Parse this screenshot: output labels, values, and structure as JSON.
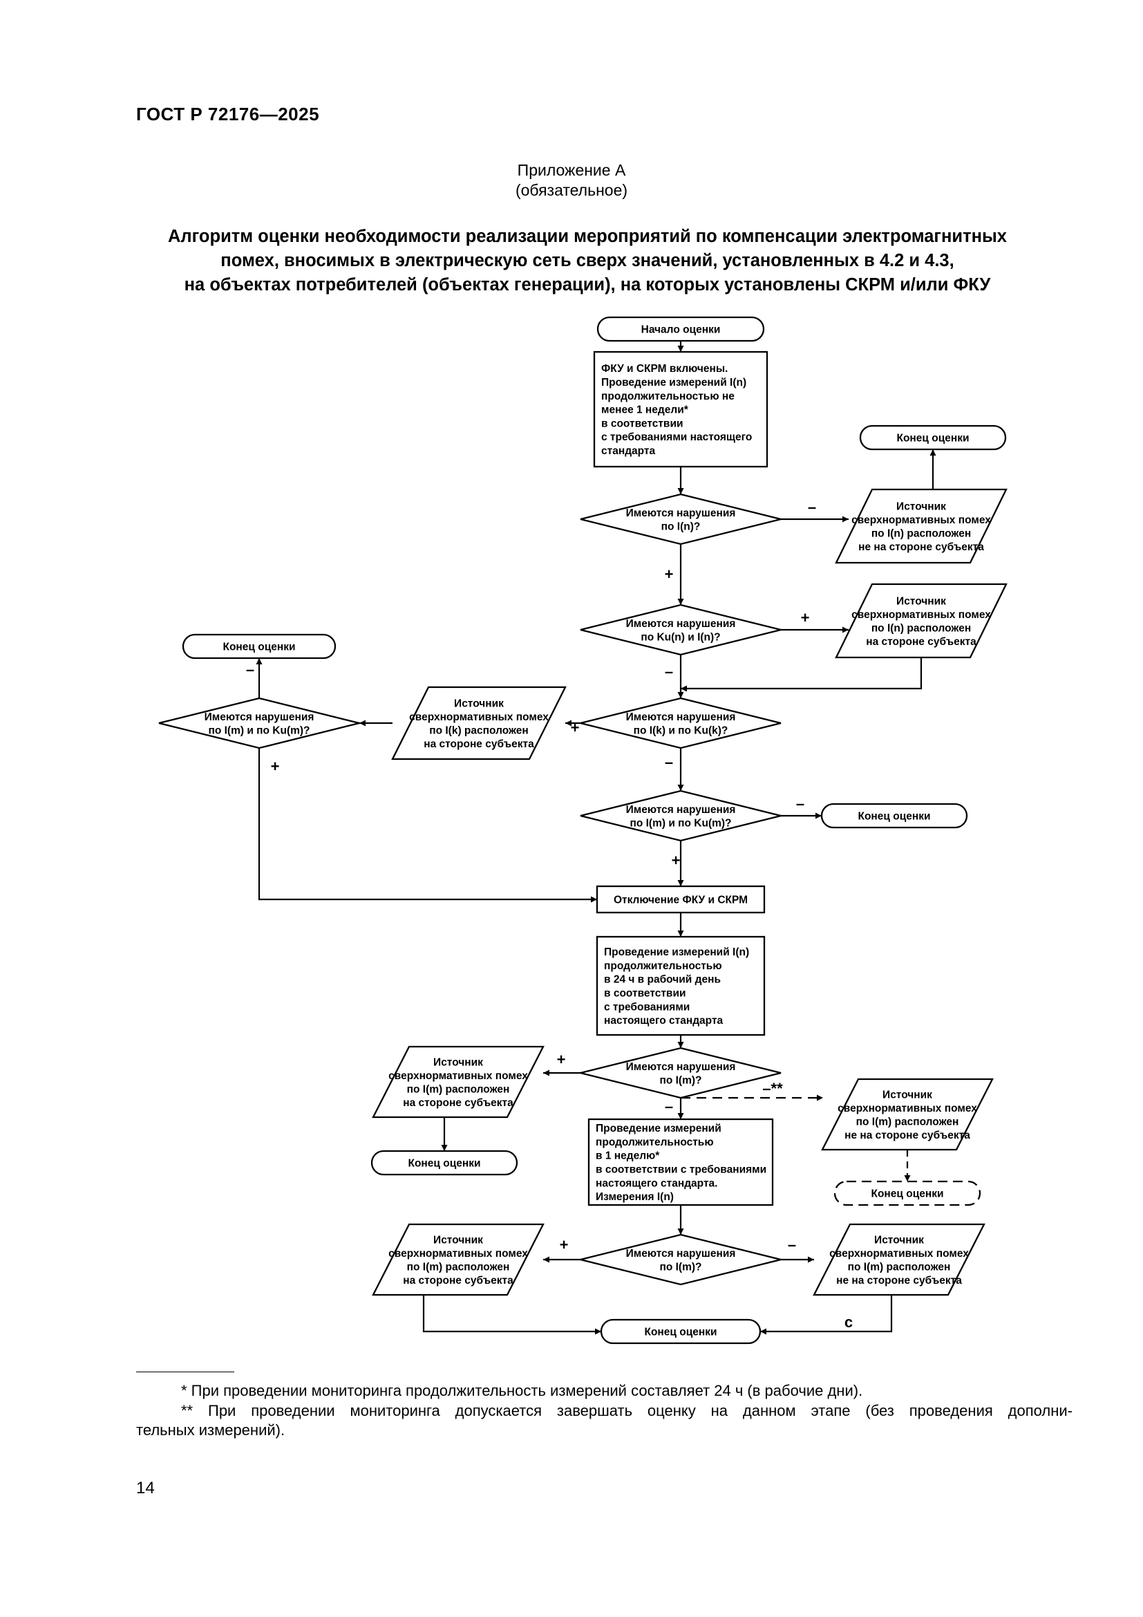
{
  "header": {
    "doc_id": "ГОСТ Р 72176—2025"
  },
  "appendix": {
    "title": "Приложение А",
    "status": "(обязательное)"
  },
  "title_lines": [
    "Алгоритм оценки необходимости реализации мероприятий по компенсации электромагнитных",
    "помех, вносимых в электрическую сеть сверх значений, установленных в 4.2 и 4.3,",
    "на объектах потребителей (объектах генерации), на которых установлены СКРМ и/или ФКУ"
  ],
  "flow": {
    "n1": [
      "Начало оценки"
    ],
    "n2": [
      "ФКУ и СКРМ включены.",
      "Проведение измерений I(n)",
      "продолжительностью не",
      "менее 1 недели*",
      "в соответствии",
      "с требованиями настоящего",
      "стандарта"
    ],
    "n3": [
      "Конец оценки"
    ],
    "n4": [
      "Имеются нарушения",
      "по I(n)?"
    ],
    "n5": [
      "Источник",
      "сверхнормативных помех",
      "по  I(n) расположен",
      "не на стороне субъекта"
    ],
    "n6": [
      "Имеются нарушения",
      "по Ku(n) и I(n)?"
    ],
    "n7": [
      "Источник",
      "сверхнормативных помех",
      "по  I(n) расположен",
      "на стороне субъекта"
    ],
    "n8": [
      "Конец оценки"
    ],
    "n9": [
      "Имеются нарушения",
      "по I(m) и по Ku(m)?"
    ],
    "n10": [
      "Источник",
      "сверхнормативных помех",
      "по  I(k) расположен",
      "на стороне субъекта"
    ],
    "n11": [
      "Имеются нарушения",
      "по I(k) и по Ku(k)?"
    ],
    "n12": [
      "Имеются нарушения",
      "по I(m) и по Ku(m)?"
    ],
    "n13": [
      "Конец оценки"
    ],
    "n14": [
      "Отключение ФКУ и СКРМ"
    ],
    "n15": [
      "Проведение измерений I(n)",
      "продолжительностью",
      "в 24 ч в рабочий день",
      "в соответствии",
      "с требованиями",
      "настоящего стандарта"
    ],
    "n16": [
      "Источник",
      "сверхнормативных помех",
      "по I(m) расположен",
      "на стороне субъекта"
    ],
    "n17": [
      "Имеются нарушения",
      "по I(m)?"
    ],
    "n18": [
      "Источник",
      "сверхнормативных помех",
      "по I(m) расположен",
      "не на стороне субъекта"
    ],
    "n19": [
      "Конец оценки"
    ],
    "n20": [
      "Проведение измерений",
      "продолжительностью",
      "в 1 неделю*",
      "в соответствии с требованиями",
      "настоящего стандарта.",
      "Измерения I(n)"
    ],
    "n21": [
      "Конец оценки"
    ],
    "n22": [
      "Источник",
      "сверхнормативных помех",
      "по I(m) расположен",
      "на стороне субъекта"
    ],
    "n23": [
      "Имеются нарушения",
      "по I(m)?"
    ],
    "n24": [
      "Источник",
      "сверхнормативных помех",
      "по I(m) расположен",
      "не на стороне субъекта"
    ],
    "n25": [
      "Конец оценки"
    ],
    "labels": {
      "l1": "–",
      "l2": "+",
      "l3": "+",
      "l4": "–",
      "l5": "+",
      "l6": "–",
      "l7": "+",
      "l8": "–",
      "l9": "+",
      "l10": "+",
      "l11": "–",
      "l12": "–**",
      "l13": "+",
      "l14": "–",
      "l15": "с"
    }
  },
  "footnotes": [
    "* При проведении мониторинга продолжительность измерений составляет 24 ч (в рабочие дни).",
    "** При проведении мониторинга допускается завершать оценку на данном этапе (без проведения дополни-",
    "тельных измерений)."
  ],
  "page_number": "14"
}
